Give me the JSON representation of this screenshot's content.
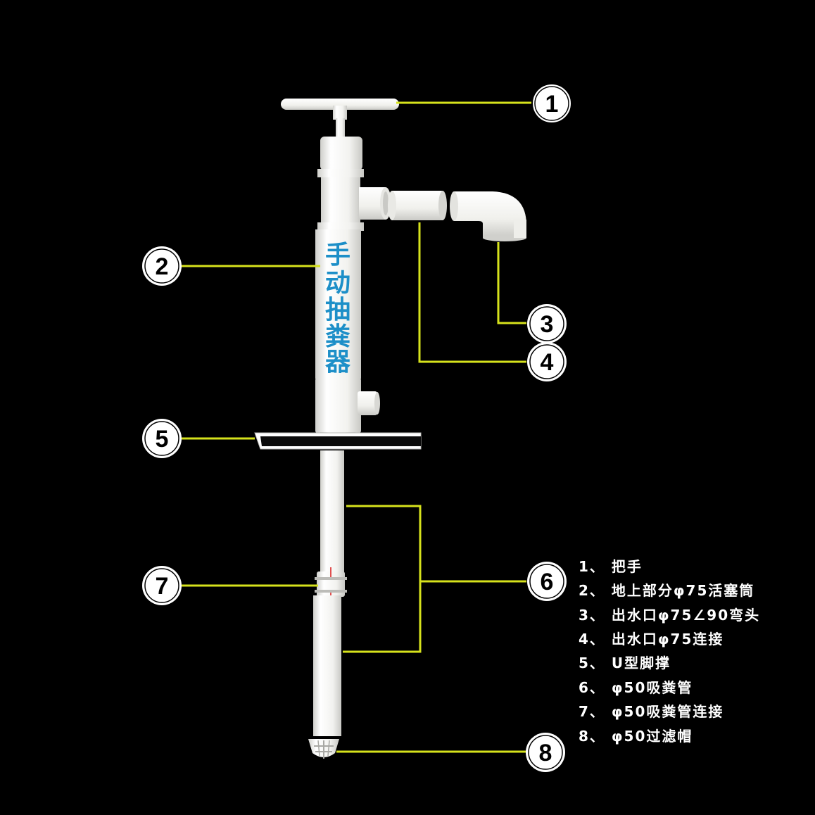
{
  "product_label": [
    "手",
    "动",
    "抽",
    "粪",
    "器"
  ],
  "callouts": [
    "1",
    "2",
    "3",
    "4",
    "5",
    "6",
    "7",
    "8"
  ],
  "legend": [
    "1、 把手",
    "2、 地上部分φ75活塞筒",
    "3、 出水口φ75∠90弯头",
    "4、 出水口φ75连接",
    "5、 U型脚撑",
    "6、 φ50吸粪管",
    "7、 φ50吸粪管连接",
    "8、 φ50过滤帽"
  ],
  "colors": {
    "background": "#000000",
    "leader_line": "#d6e21c",
    "pipe": "#f4f4f2",
    "pipe_shade": "#d8d8d4",
    "label_text": "#1d8fc8",
    "callout_circle": "#ffffff",
    "callout_text": "#000000",
    "legend_text": "#ffffff"
  }
}
